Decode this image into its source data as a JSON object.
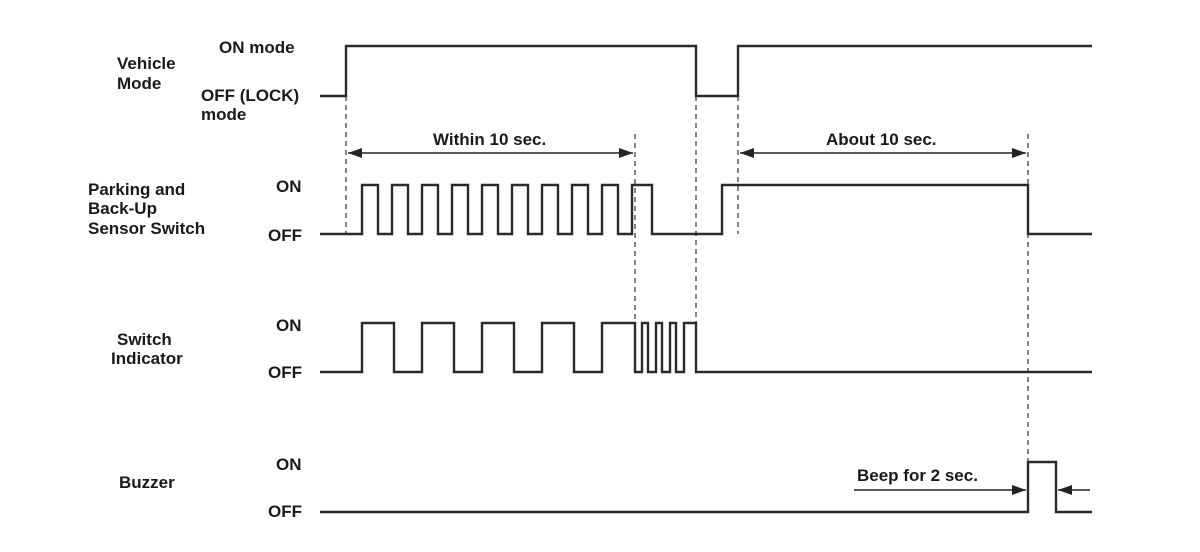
{
  "signals": {
    "vehicle_mode": {
      "name_line1": "Vehicle",
      "name_line2": "Mode",
      "on_label": "ON mode",
      "off_label_line1": "OFF (LOCK)",
      "off_label_line2": "mode"
    },
    "sensor_switch": {
      "name_line1": "Parking and",
      "name_line2": "Back-Up",
      "name_line3": "Sensor Switch",
      "on_label": "ON",
      "off_label": "OFF"
    },
    "switch_indicator": {
      "name_line1": "Switch",
      "name_line2": "Indicator",
      "on_label": "ON",
      "off_label": "OFF"
    },
    "buzzer": {
      "name": "Buzzer",
      "on_label": "ON",
      "off_label": "OFF"
    }
  },
  "annotations": {
    "within": "Within 10 sec.",
    "about": "About 10 sec.",
    "beep": "Beep for 2 sec."
  }
}
